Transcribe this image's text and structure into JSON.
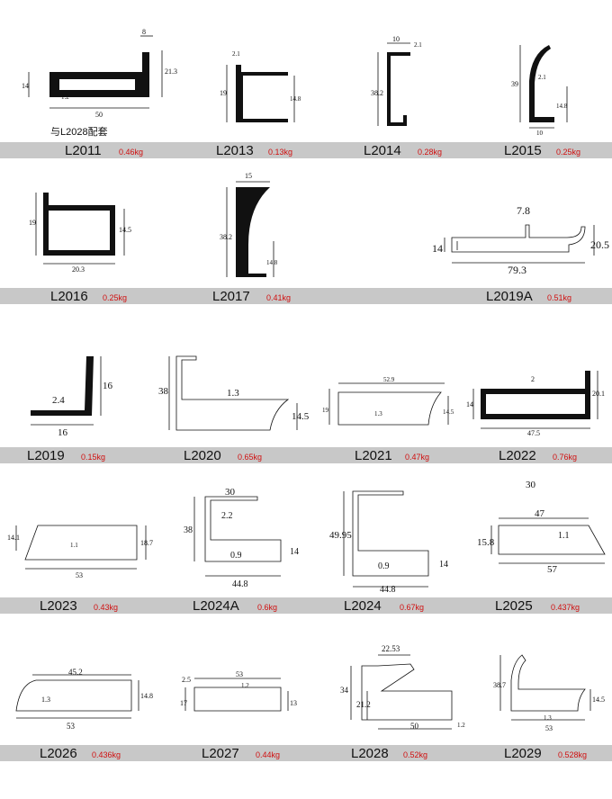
{
  "profiles": [
    {
      "code": "L2011",
      "weight": "0.46kg",
      "note": "与L2028配套",
      "dims": [
        "8",
        "21.3",
        "14",
        "1.2",
        "50"
      ]
    },
    {
      "code": "L2013",
      "weight": "0.13kg",
      "dims": [
        "2.1",
        "19",
        "14.8"
      ]
    },
    {
      "code": "L2014",
      "weight": "0.28kg",
      "dims": [
        "10",
        "2.1",
        "38.2"
      ]
    },
    {
      "code": "L2015",
      "weight": "0.25kg",
      "dims": [
        "39",
        "2.1",
        "14.8",
        "10"
      ]
    },
    {
      "code": "L2016",
      "weight": "0.25kg",
      "dims": [
        "19",
        "14.5",
        "20.3"
      ]
    },
    {
      "code": "L2017",
      "weight": "0.41kg",
      "dims": [
        "15",
        "38.2",
        "14.8"
      ]
    },
    {
      "code": "L2019A",
      "weight": "0.51kg",
      "dims": [
        "7.8",
        "14",
        "20.5",
        "79.3"
      ]
    },
    {
      "code": "L2019",
      "weight": "0.15kg",
      "dims": [
        "2.4",
        "16",
        "16"
      ]
    },
    {
      "code": "L2020",
      "weight": "0.65kg",
      "dims": [
        "38",
        "1.3",
        "14.5"
      ]
    },
    {
      "code": "L2021",
      "weight": "0.47kg",
      "dims": [
        "52.9",
        "19",
        "1.3",
        "14.5"
      ]
    },
    {
      "code": "L2022",
      "weight": "0.76kg",
      "dims": [
        "2",
        "14",
        "20.1",
        "47.5"
      ]
    },
    {
      "code": "L2023",
      "weight": "0.43kg",
      "dims": [
        "14.1",
        "1.1",
        "18.7",
        "53"
      ]
    },
    {
      "code": "L2024A",
      "weight": "0.6kg",
      "dims": [
        "30",
        "38",
        "2.2",
        "0.9",
        "14",
        "44.8"
      ]
    },
    {
      "code": "L2024",
      "weight": "0.67kg",
      "dims": [
        "49.95",
        "0.9",
        "14",
        "44.8"
      ]
    },
    {
      "code": "L2025",
      "weight": "0.437kg",
      "dims": [
        "30",
        "47",
        "15.8",
        "1.1",
        "57"
      ]
    },
    {
      "code": "L2026",
      "weight": "0.436kg",
      "dims": [
        "45.2",
        "1.3",
        "14.8",
        "53"
      ]
    },
    {
      "code": "L2027",
      "weight": "0.44kg",
      "dims": [
        "2.5",
        "53",
        "1.2",
        "17",
        "13"
      ]
    },
    {
      "code": "L2028",
      "weight": "0.52kg",
      "dims": [
        "22.53",
        "34",
        "21.2",
        "1.2",
        "50"
      ]
    },
    {
      "code": "L2029",
      "weight": "0.528kg",
      "dims": [
        "38.7",
        "1.3",
        "14.5",
        "53"
      ]
    }
  ]
}
